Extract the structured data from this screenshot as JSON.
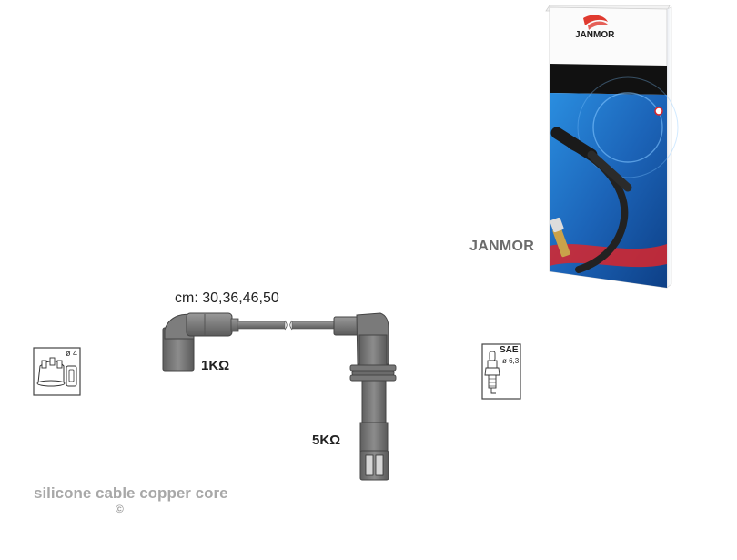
{
  "brand": {
    "name": "JANMOR",
    "box_logo": "JANMOR",
    "logo_colors": {
      "red": "#e03a2f",
      "text": "#1d1d1d"
    }
  },
  "product": {
    "cable_lengths": "cm: 30,36,46,50",
    "resistance_1": "1KΩ",
    "resistance_2": "5KΩ",
    "material_note": "silicone cable copper core",
    "copyright_mark": "©"
  },
  "icons": {
    "distributor_icon": "distributor-cap-icon",
    "distributor_diameter": "ø 4",
    "spark_plug_icon": "spark-plug-icon",
    "spark_plug_standard": "SAE",
    "spark_plug_thread": "ø 6,3"
  },
  "colors": {
    "cable_gray": "#8a8a8a",
    "cable_dark": "#5e5e5e",
    "box_blue": "#1f6fc4",
    "box_black": "#111111",
    "box_red": "#d9262b"
  }
}
